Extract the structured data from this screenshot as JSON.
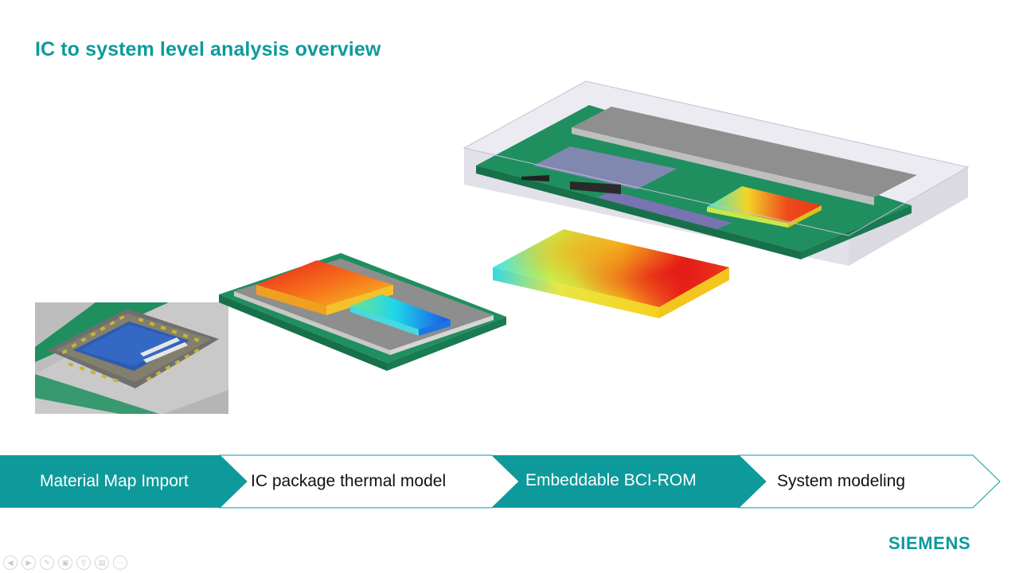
{
  "slide": {
    "title": "IC to system level analysis overview"
  },
  "flow": {
    "steps": [
      {
        "label": "Material Map Import"
      },
      {
        "label": "IC package thermal model"
      },
      {
        "label": "Embeddable BCI-ROM"
      },
      {
        "label": "System modeling"
      }
    ]
  },
  "brand": {
    "logo_text": "SIEMENS"
  },
  "player_controls": [
    {
      "icon": "previous-icon"
    },
    {
      "icon": "next-icon"
    },
    {
      "icon": "pen-icon"
    },
    {
      "icon": "slides-icon"
    },
    {
      "icon": "zoom-icon"
    },
    {
      "icon": "subtitles-icon"
    },
    {
      "icon": "more-icon"
    }
  ],
  "colors": {
    "accent_teal": "#0e9a9b",
    "pcb_green": "#1f8f5f",
    "hot_red": "#e8221a",
    "cool_cyan": "#1ad0e8"
  }
}
